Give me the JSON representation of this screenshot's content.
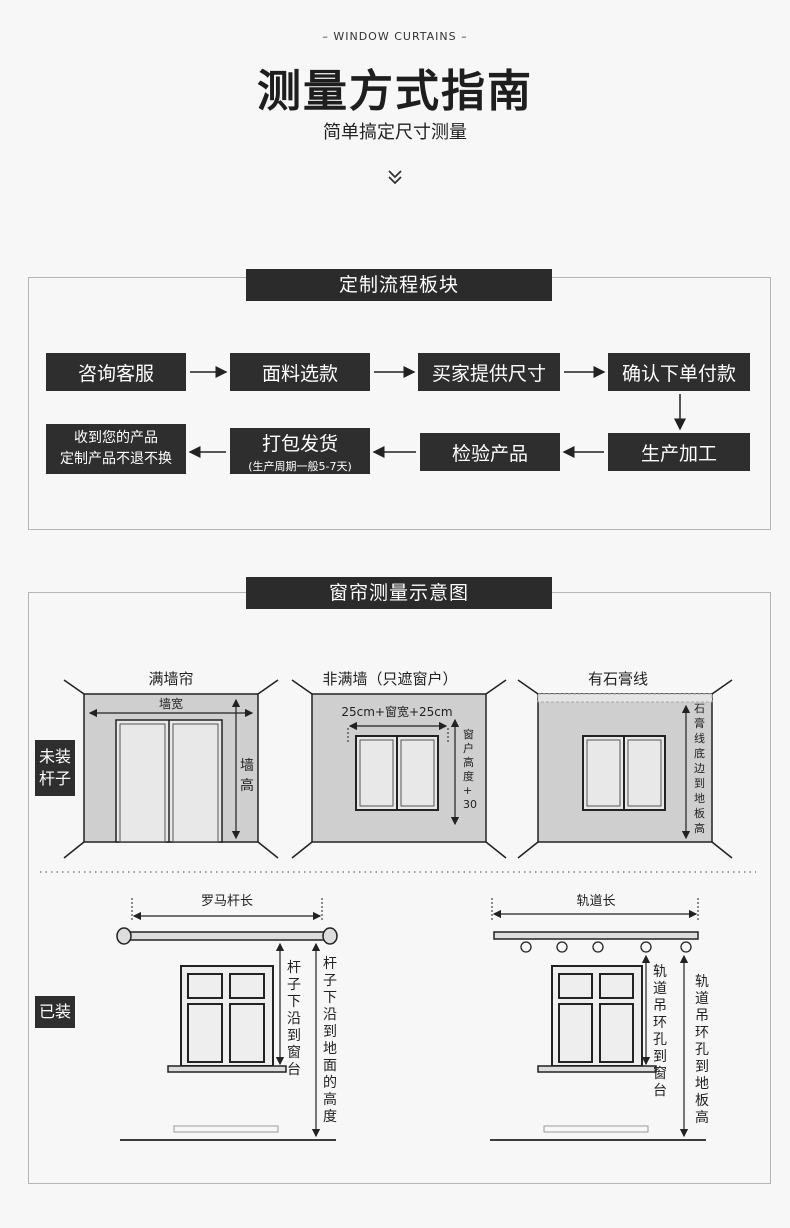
{
  "header": {
    "eyebrow": "– WINDOW CURTAINS –",
    "title": "测量方式指南",
    "subtitle": "简单搞定尺寸测量"
  },
  "process": {
    "section_title": "定制流程板块",
    "steps": {
      "consult": "咨询客服",
      "fabric": "面料选款",
      "size": "买家提供尺寸",
      "confirm": "确认下单付款",
      "produce": "生产加工",
      "inspect": "检验产品",
      "pack": "打包发货",
      "pack_note": "(生产周期一般5-7天)",
      "receive_line1": "收到您的产品",
      "receive_line2": "定制产品不退不换"
    }
  },
  "diagram": {
    "section_title": "窗帘测量示意图",
    "not_installed": "未装杆子",
    "installed": "已装",
    "fullwall": {
      "title": "满墙帘",
      "width": "墙宽",
      "height": "墙高"
    },
    "window_only": {
      "title": "非满墙（只遮窗户）",
      "width": "25cm+窗宽+25cm",
      "height": "窗户高度+30"
    },
    "molding": {
      "title": "有石膏线",
      "height": "石膏线底边到地板高"
    },
    "rod": {
      "length": "罗马杆长",
      "to_sill": "杆子下沿到窗台",
      "to_floor": "杆子下沿到地面的高度"
    },
    "track": {
      "length": "轨道长",
      "to_sill": "轨道吊环孔到窗台",
      "to_floor": "轨道吊环孔到地板高"
    }
  }
}
